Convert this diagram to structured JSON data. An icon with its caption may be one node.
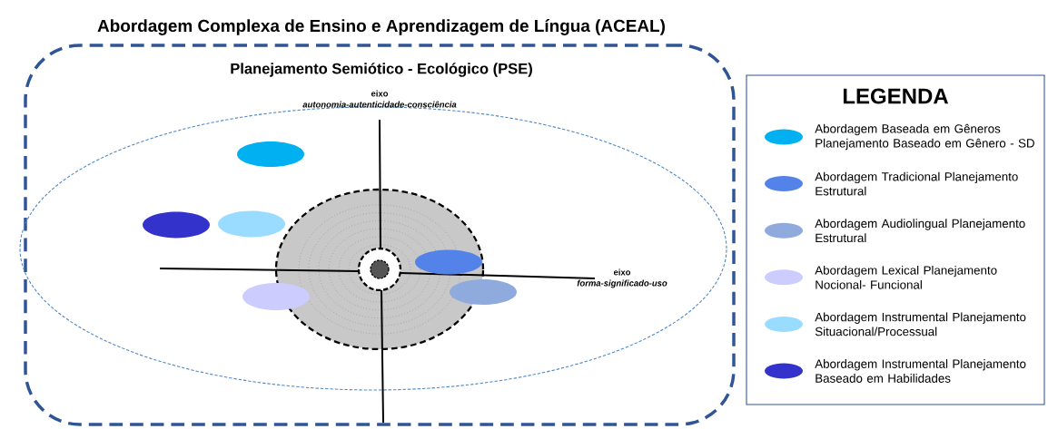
{
  "diagram": {
    "title": "Abordagem Complexa de Ensino e Aprendizagem de Língua (ACEAL)",
    "nodes": [
      {
        "text": [
          "Planejamento Semiótico - Ecológico (PSE)"
        ]
      },
      {
        "text": [],
        "shape": "ellipse",
        "in": 0
      },
      {
        "text": [],
        "shape": "ellipse",
        "in": 1
      },
      {
        "text": [],
        "shape": "circle",
        "in": 2
      },
      {
        "text": [],
        "shape": "circle",
        "in": 3
      },
      {
        "text": [],
        "shape": "ellipse",
        "in": 1
      },
      {
        "text": [],
        "shape": "ellipse",
        "in": 1
      },
      {
        "text": [],
        "shape": "ellipse",
        "in": 1
      },
      {
        "text": [],
        "shape": "ellipse",
        "in": 2
      },
      {
        "text": [],
        "shape": "ellipse",
        "in": 1
      },
      {
        "text": [],
        "shape": "ellipse",
        "in": 1
      }
    ],
    "labels": [
      "eixo",
      "autonomia-autenticidade-consciência",
      "LEGENDA",
      "eixo",
      "forma-significado-uso"
    ],
    "legend": [
      {
        "text": "Abordagem Baseada em Gêneros Planejamento Baseado em Gênero - SD",
        "color": "#00b0f0"
      },
      {
        "text": "Abordagem Tradicional Planejamento Estrutural",
        "color": "#5383e8"
      },
      {
        "text": "Abordagem Audiolingual Planejamento Estrutural",
        "color": "#8faadc"
      },
      {
        "text": "Abordagem Lexical Planejamento Nocional- Funcional",
        "color": "#ccccff"
      },
      {
        "text": "Abordagem Instrumental Planejamento Situacional/Processual",
        "color": "#99dcff"
      },
      {
        "text": "Abordagem Instrumental Planejamento Baseado em Habilidades",
        "color": "#3333cc"
      }
    ]
  }
}
